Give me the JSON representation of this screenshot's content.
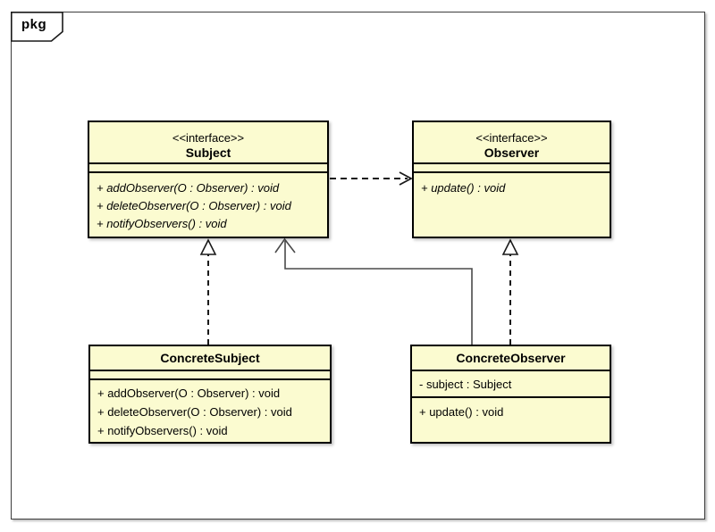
{
  "frame": {
    "label": "pkg"
  },
  "colors": {
    "class_fill": "#FBFBD0",
    "class_border": "#000000",
    "frame_border": "#3d3d3d",
    "background": "#ffffff"
  },
  "classes": {
    "subject": {
      "stereotype": "<<interface>>",
      "name": "Subject",
      "attributes": [],
      "methods": [
        "+ addObserver(O : Observer) : void",
        "+ deleteObserver(O : Observer) : void",
        "+ notifyObservers() : void"
      ],
      "methods_italic": true
    },
    "observer": {
      "stereotype": "<<interface>>",
      "name": "Observer",
      "attributes": [],
      "methods": [
        "+ update() : void"
      ],
      "methods_italic": true
    },
    "concrete_subject": {
      "name": "ConcreteSubject",
      "attributes": [],
      "methods": [
        "+ addObserver(O : Observer) : void",
        "+ deleteObserver(O : Observer) : void",
        "+ notifyObservers() : void"
      ],
      "methods_italic": false
    },
    "concrete_observer": {
      "name": "ConcreteObserver",
      "attributes": [
        "- subject : Subject"
      ],
      "methods": [
        "+ update() : void"
      ],
      "methods_italic": false
    }
  },
  "relationships": [
    {
      "from": "Subject",
      "to": "Observer",
      "type": "dependency",
      "line": "dashed",
      "arrowhead": "open"
    },
    {
      "from": "ConcreteSubject",
      "to": "Subject",
      "type": "realization",
      "line": "dashed",
      "arrowhead": "hollow-triangle"
    },
    {
      "from": "ConcreteObserver",
      "to": "Observer",
      "type": "realization",
      "line": "dashed",
      "arrowhead": "hollow-triangle"
    },
    {
      "from": "ConcreteObserver",
      "to": "Subject",
      "type": "directed-association",
      "line": "solid",
      "arrowhead": "open"
    }
  ]
}
